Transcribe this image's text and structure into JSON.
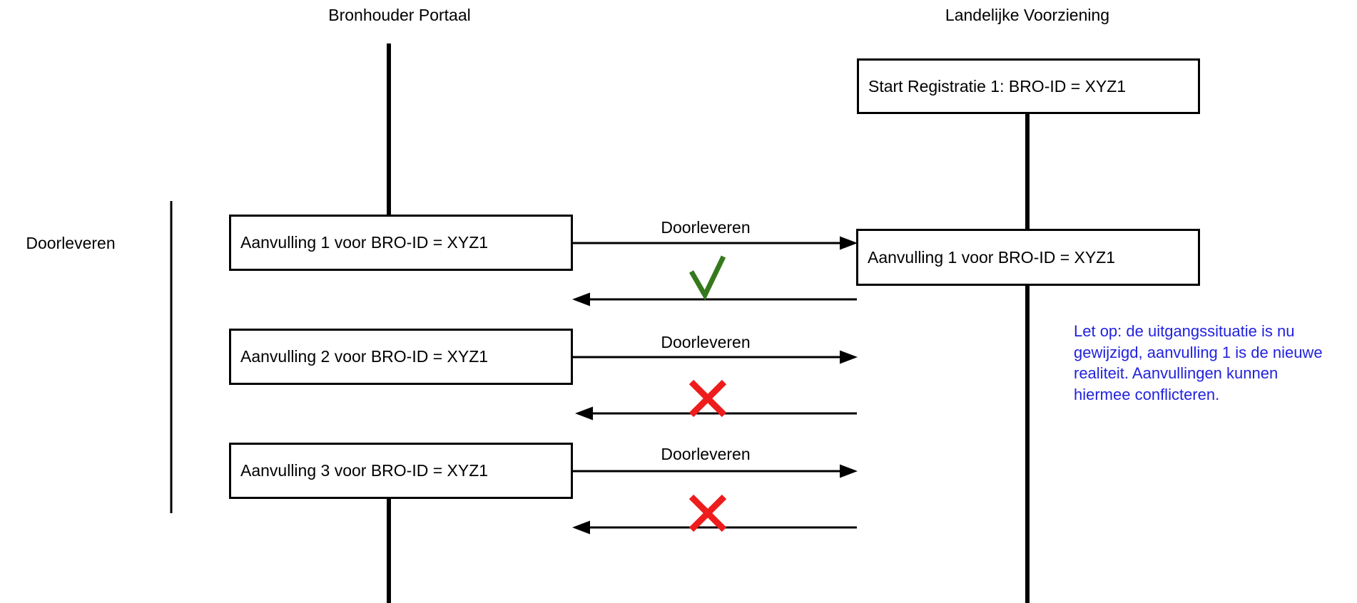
{
  "actors": {
    "left": "Bronhouder Portaal",
    "right": "Landelijke Voorziening"
  },
  "group_label": "Doorleveren",
  "start_box": "Start Registratie 1: BRO-ID = XYZ1",
  "left_boxes": [
    "Aanvulling 1 voor BRO-ID = XYZ1",
    "Aanvulling 2 voor BRO-ID = XYZ1",
    "Aanvulling 3 voor BRO-ID = XYZ1"
  ],
  "right_box": "Aanvulling 1 voor BRO-ID = XYZ1",
  "messages": [
    {
      "label": "Doorleveren",
      "result": "accepted",
      "result_icon": "checkmark"
    },
    {
      "label": "Doorleveren",
      "result": "rejected",
      "result_icon": "cross"
    },
    {
      "label": "Doorleveren",
      "result": "rejected",
      "result_icon": "cross"
    }
  ],
  "note": {
    "lines": [
      "Let op: de uitgangssituatie is nu",
      "gewijzigd, aanvulling 1 is de nieuwe",
      "realiteit. Aanvullingen kunnen",
      "hiermee conflicteren."
    ]
  },
  "colors": {
    "background": "#ffffff",
    "line": "#000000",
    "box_border": "#000000",
    "box_fill": "#ffffff",
    "text": "#000000",
    "accepted": "#36791d",
    "rejected": "#ee1c1c",
    "note_text": "#2222de"
  }
}
